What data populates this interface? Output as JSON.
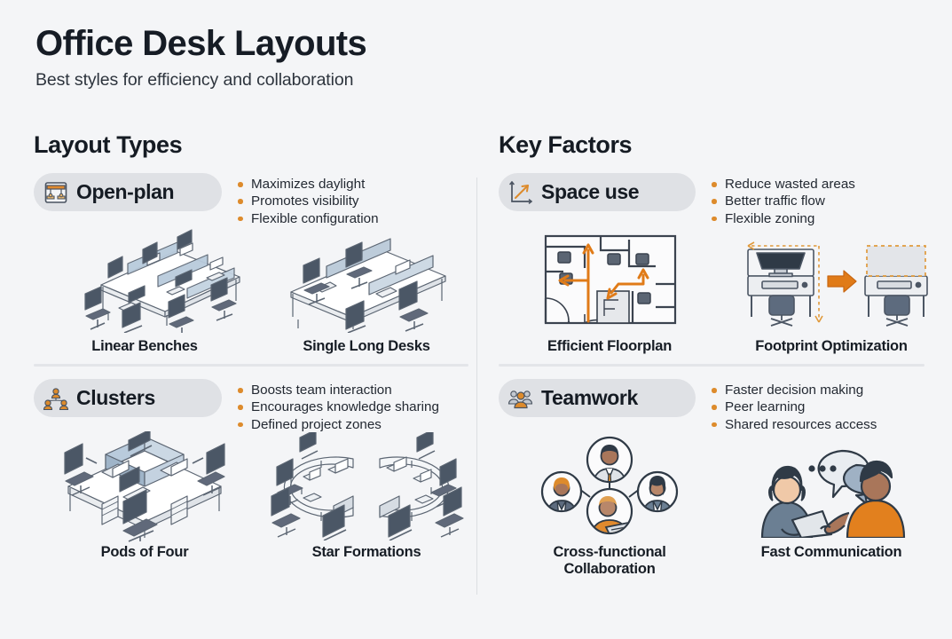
{
  "header": {
    "title": "Office Desk Layouts",
    "subtitle": "Best styles for efficiency and collaboration"
  },
  "colors": {
    "background": "#f4f5f7",
    "bullet_orange": "#dd8b2c",
    "accent_orange": "#e07b18",
    "pill_gray": "#dfe1e5",
    "text_dark": "#151b23",
    "desk_blue": "#a8bdd0",
    "chair_slate": "#556073",
    "line_gray": "#5c6673"
  },
  "columns": [
    {
      "id": "layout-types",
      "title": "Layout Types",
      "sections": [
        {
          "id": "open-plan",
          "pill_label": "Open-plan",
          "pill_icon": "open-plan-desk-icon",
          "bullets": [
            "Maximizes daylight",
            "Promotes visibility",
            "Flexible configuration"
          ],
          "figures": [
            {
              "id": "linear-benches",
              "caption": "Linear Benches",
              "art": "isometric-bench-desks-illustration"
            },
            {
              "id": "single-long-desks",
              "caption": "Single Long Desks",
              "art": "isometric-long-desk-illustration"
            }
          ]
        },
        {
          "id": "clusters",
          "pill_label": "Clusters",
          "pill_icon": "cluster-people-icon",
          "bullets": [
            "Boosts team interaction",
            "Encourages knowledge sharing",
            "Defined project zones"
          ],
          "figures": [
            {
              "id": "pods-of-four",
              "caption": "Pods of Four",
              "art": "isometric-four-person-pod-illustration"
            },
            {
              "id": "star-formations",
              "caption": "Star Formations",
              "art": "isometric-circular-desk-illustration"
            }
          ]
        }
      ]
    },
    {
      "id": "key-factors",
      "title": "Key Factors",
      "sections": [
        {
          "id": "space-use",
          "pill_label": "Space use",
          "pill_icon": "growth-chart-icon",
          "bullets": [
            "Reduce wasted areas",
            "Better traffic flow",
            "Flexible zoning"
          ],
          "figures": [
            {
              "id": "efficient-floorplan",
              "caption": "Efficient Floorplan",
              "art": "floorplan-traffic-flow-illustration"
            },
            {
              "id": "footprint-optimization",
              "caption": "Footprint Optimization",
              "art": "desk-footprint-comparison-illustration"
            }
          ]
        },
        {
          "id": "teamwork",
          "pill_label": "Teamwork",
          "pill_icon": "team-group-icon",
          "bullets": [
            "Faster decision making",
            "Peer learning",
            "Shared resources access"
          ],
          "figures": [
            {
              "id": "cross-functional-collaboration",
              "caption": "Cross-functional\nCollaboration",
              "art": "four-avatars-network-illustration"
            },
            {
              "id": "fast-communication",
              "caption": "Fast Communication",
              "art": "two-people-speech-bubbles-illustration"
            }
          ]
        }
      ]
    }
  ]
}
